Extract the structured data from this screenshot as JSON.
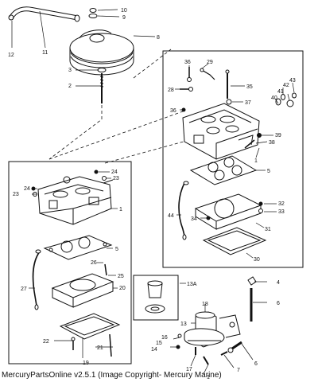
{
  "footer": {
    "text": "MercuryPartsOnline v2.5.1 (Image Copyright- Mercury Marine)"
  },
  "callouts": {
    "c1": "1",
    "c1b": "1",
    "c1c": "1",
    "c2": "2",
    "c3": "3",
    "c4": "4",
    "c5": "5",
    "c5b": "5",
    "c6": "6",
    "c6b": "6",
    "c7": "7",
    "c8": "8",
    "c9": "9",
    "c10": "10",
    "c11": "11",
    "c12": "12",
    "c13": "13",
    "c13a": "13A",
    "c14": "14",
    "c15": "15",
    "c16": "16",
    "c17": "17",
    "c18": "18",
    "c19": "19",
    "c20": "20",
    "c21": "21",
    "c22": "22",
    "c23a": "23",
    "c23b": "23",
    "c24a": "24",
    "c24b": "24",
    "c25": "25",
    "c26": "26",
    "c27": "27",
    "c28": "28",
    "c29": "29",
    "c30": "30",
    "c31": "31",
    "c32": "32",
    "c33": "33",
    "c34": "34",
    "c35": "35",
    "c36a": "36",
    "c36b": "36",
    "c37": "37",
    "c38": "38",
    "c39": "39",
    "c40": "40",
    "c41": "41",
    "c42": "42",
    "c43": "43",
    "c44": "44"
  }
}
